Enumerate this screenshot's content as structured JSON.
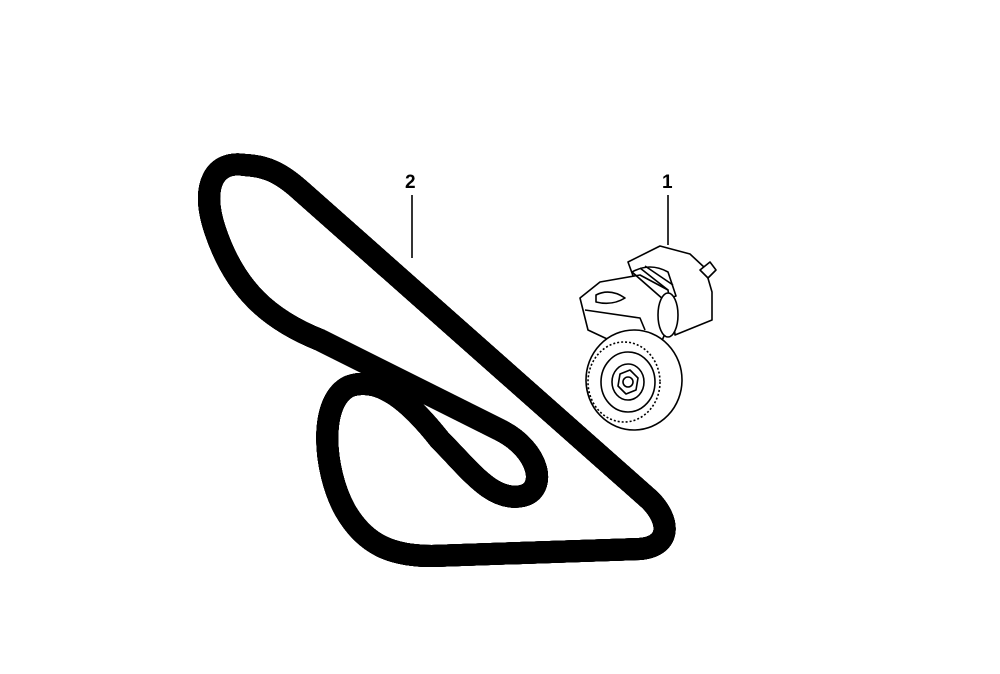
{
  "callouts": [
    {
      "number": "1",
      "part": "tensioner"
    },
    {
      "number": "2",
      "part": "belt"
    }
  ],
  "colors": {
    "line": "#000000",
    "background": "#ffffff"
  }
}
